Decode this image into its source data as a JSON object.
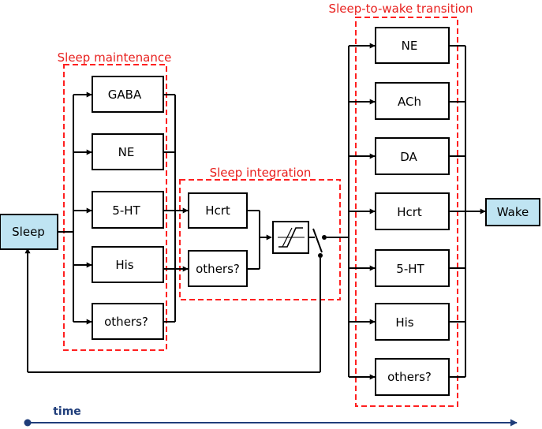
{
  "colors": {
    "group_border": "#ff2020",
    "group_label": "#e8201e",
    "sleep_wake_fill": "#bfe4f2",
    "time_axis": "#1f3d7a",
    "line": "#000000"
  },
  "groups": {
    "maintenance": "Sleep maintenance",
    "integration": "Sleep integration",
    "transition": "Sleep-to-wake transition"
  },
  "nodes": {
    "sleep": "Sleep",
    "wake": "Wake",
    "maintenance": [
      "GABA",
      "NE",
      "5-HT",
      "His",
      "others?"
    ],
    "integration": [
      "Hcrt",
      "others?"
    ],
    "transition": [
      "NE",
      "ACh",
      "DA",
      "Hcrt",
      "5-HT",
      "His",
      "others?"
    ]
  },
  "switch_icon": "threshold-switch-icon",
  "time_label": "time"
}
